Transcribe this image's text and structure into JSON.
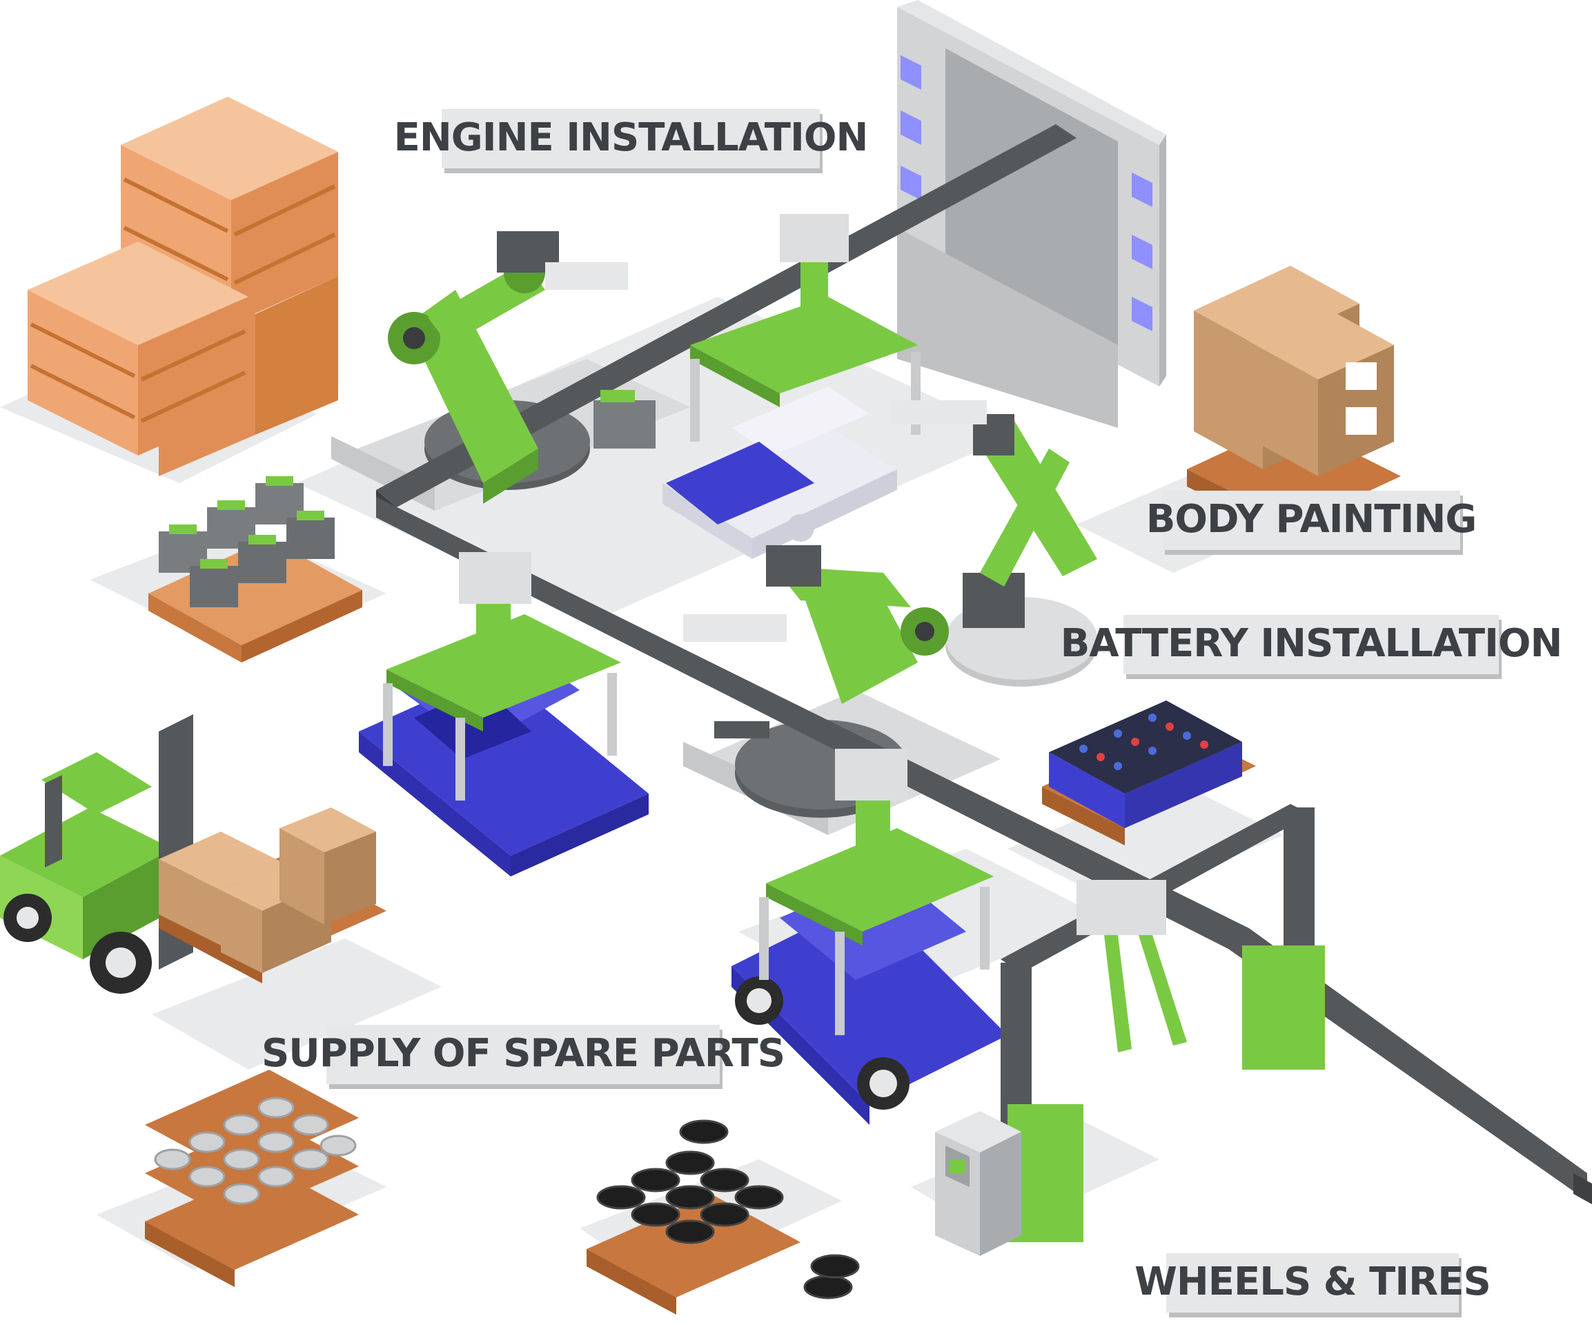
{
  "labels": {
    "engine_installation": "ENGINE INSTALLATION",
    "body_painting": "BODY PAINTING",
    "battery_installation": "BATTERY INSTALLATION",
    "supply_of_spare_parts": "SUPPLY OF SPARE PARTS",
    "wheels_and_tires": "WHEELS & TIRES"
  },
  "colors": {
    "robot_green": "#7ac943",
    "robot_green_dark": "#5a9e2f",
    "conveyor_gray": "#55585a",
    "car_blue": "#3f3fcf",
    "crate_orange": "#f0a672",
    "box_brown": "#c89a6e",
    "floor_gray": "#e8e9ea",
    "label_bg": "#e6e7e8",
    "label_text": "#3d4044"
  },
  "icons": [
    "wooden-crate-icon",
    "engine-block-icon",
    "forklift-icon",
    "cardboard-box-icon",
    "robot-arm-icon",
    "car-body-icon",
    "painting-booth-icon",
    "battery-icon",
    "wheel-rim-icon",
    "tire-icon",
    "control-panel-icon",
    "gantry-gripper-icon"
  ]
}
